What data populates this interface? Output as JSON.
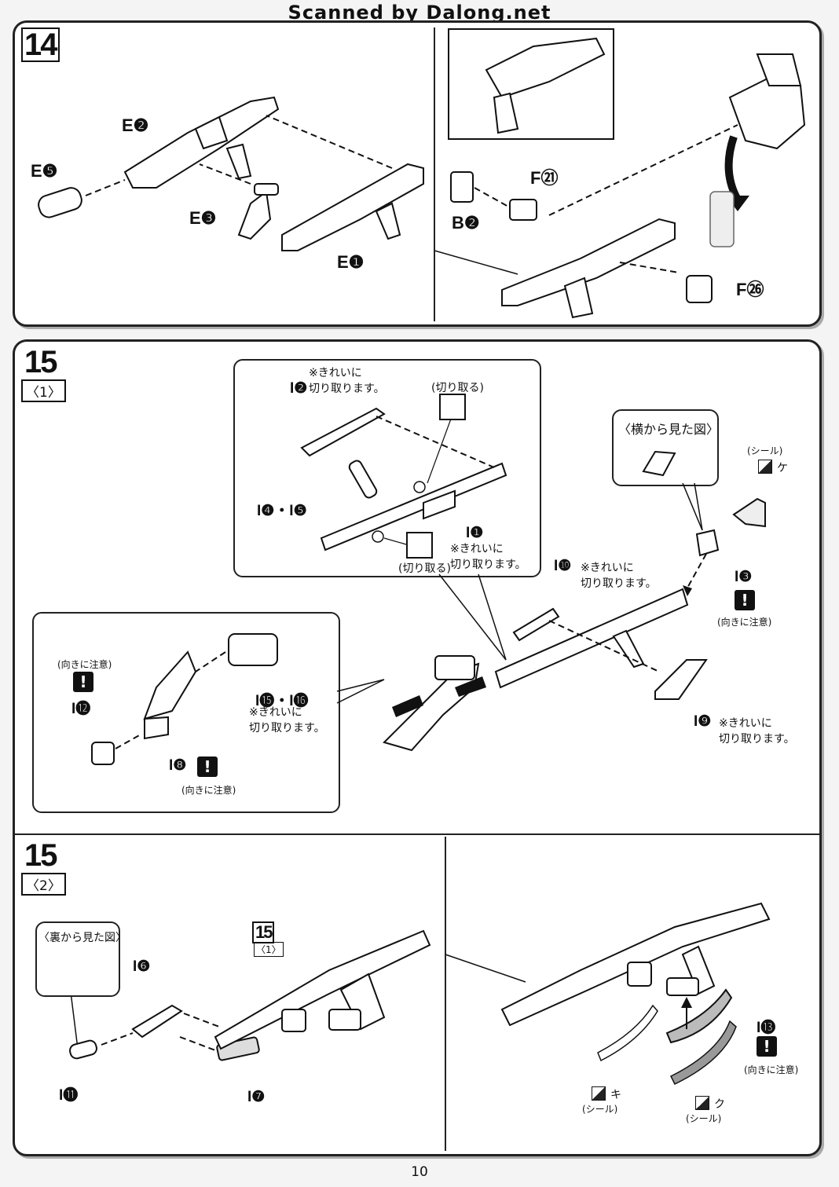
{
  "watermark": "Scanned by Dalong.net",
  "page_number": "10",
  "step14": {
    "number": "14",
    "labels": {
      "e2": "E❷",
      "e5": "E❺",
      "e3": "E❸",
      "e1": "E❶",
      "f21": "F㉑",
      "b2": "B❷",
      "f26": "F㉖"
    }
  },
  "step15_1": {
    "number": "15",
    "sub": "〈1〉",
    "callout_top": {
      "note_i2": "※きれいに\n切り取ります。",
      "label_i2": "I❷",
      "tool_cut_top": "(切り取る)",
      "label_i45": "I❹・I❺",
      "label_i1": "I❶",
      "note_i1": "※きれいに\n切り取ります。",
      "tool_cut_bottom": "(切り取る)"
    },
    "side_view": {
      "title": "〈横から見た図〉"
    },
    "sticker_ke": {
      "label": "(シール)",
      "code": "ケ"
    },
    "label_i3": "I❸",
    "caution_i3": "(向きに注意)",
    "label_i10": "I❿",
    "note_i10": "※きれいに\n切り取ります。",
    "label_i9": "I❾",
    "note_i9": "※きれいに\n切り取ります。",
    "callout_left": {
      "caution_i12": "(向きに注意)",
      "label_i12": "I⓬",
      "label_i1516": "I⓯・I⓰",
      "note_i1516": "※きれいに\n切り取ります。",
      "label_i8": "I❽",
      "caution_i8": "(向きに注意)"
    }
  },
  "step15_2": {
    "number": "15",
    "sub": "〈2〉",
    "back_view": {
      "title": "〈裏から見た図〉"
    },
    "label_i6": "I❻",
    "label_i11": "I⓫",
    "label_i7": "I❼",
    "ref_step": "15",
    "ref_sub": "〈1〉",
    "label_i13": "I⓭",
    "caution_i13": "(向きに注意)",
    "sticker_ki": {
      "label": "(シール)",
      "code": "キ"
    },
    "sticker_ku": {
      "label": "(シール)",
      "code": "ク"
    }
  }
}
